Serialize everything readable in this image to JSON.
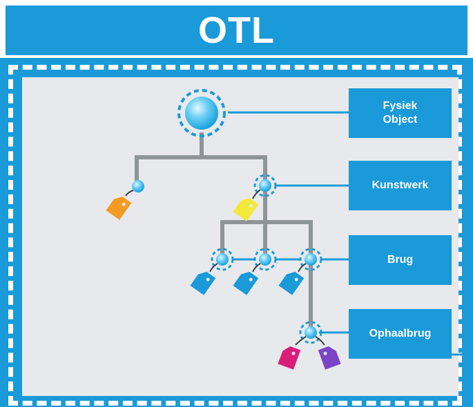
{
  "title": "OTL",
  "labels": {
    "fysiek_object": "Fysiek\nObject",
    "kunstwerk": "Kunstwerk",
    "brug": "Brug",
    "ophaalbrug": "Ophaalbrug"
  },
  "colors": {
    "brand_blue": "#1a9ad8",
    "panel_bg": "#e7e9ed",
    "connector_gray": "#8f9498",
    "tag_orange": "#f39a24",
    "tag_yellow": "#f2e93a",
    "tag_blue": "#1a9ad8",
    "tag_magenta": "#d91e7a",
    "tag_purple": "#7b45c6"
  }
}
